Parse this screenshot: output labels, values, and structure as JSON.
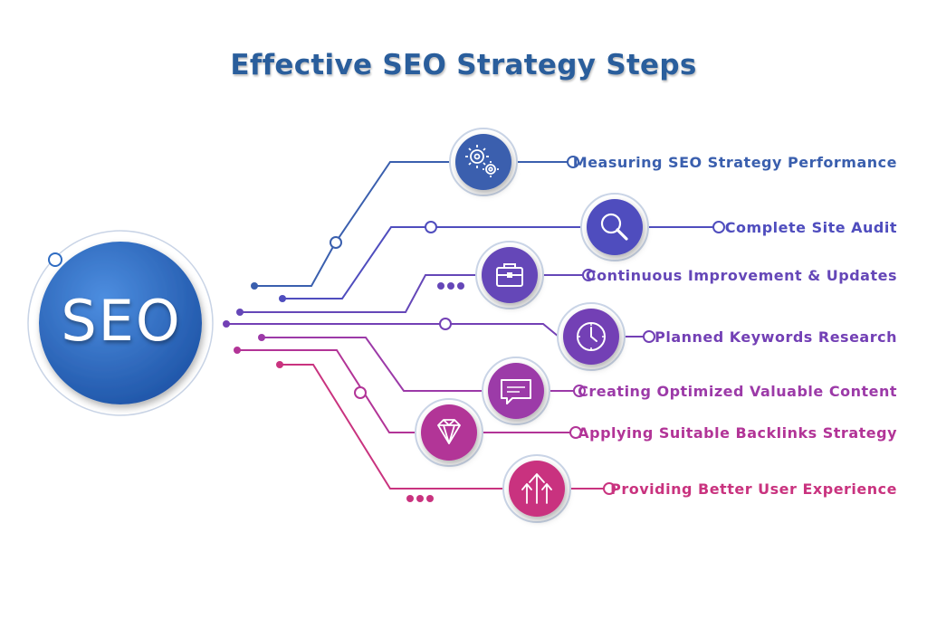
{
  "title": "Effective SEO Strategy Steps",
  "center_label": "SEO",
  "colors": {
    "title": "#2a5e9c",
    "seo_circle": "#2f6cc2",
    "accent_blue": "#3a5fae",
    "accent_purple": "#7340b5",
    "accent_magenta": "#c2338a"
  },
  "steps": [
    {
      "label": "Measuring SEO Strategy Performance",
      "icon": "gears-icon",
      "color": "#3a5fae"
    },
    {
      "label": "Complete Site Audit",
      "icon": "magnifier-icon",
      "color": "#4f4dbe"
    },
    {
      "label": "Continuous Improvement & Updates",
      "icon": "briefcase-icon",
      "color": "#6547b8"
    },
    {
      "label": "Planned Keywords Research",
      "icon": "clock-icon",
      "color": "#7340b5"
    },
    {
      "label": "Creating Optimized Valuable Content",
      "icon": "chat-bubble-icon",
      "color": "#9c3aa8"
    },
    {
      "label": "Applying Suitable Backlinks  Strategy",
      "icon": "diamond-icon",
      "color": "#b23497"
    },
    {
      "label": "Providing Better User Experience",
      "icon": "arrows-up-icon",
      "color": "#c9337f"
    }
  ]
}
